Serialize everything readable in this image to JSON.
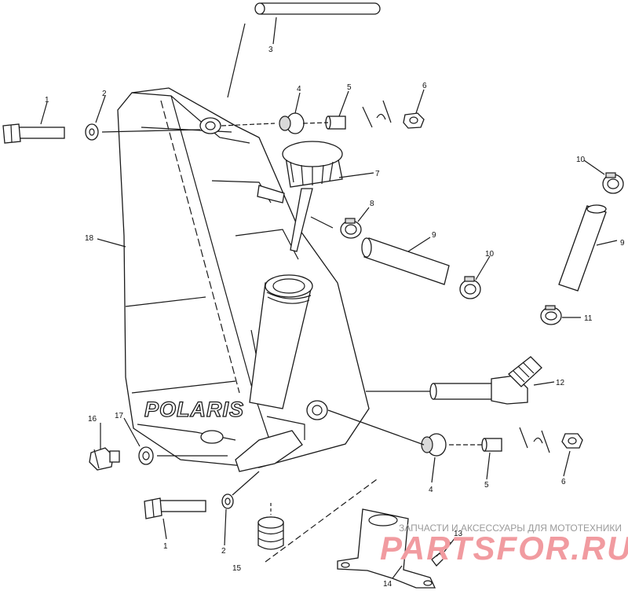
{
  "diagram": {
    "brand_text": "POLARIS",
    "labels": {
      "p1_top": "1",
      "p2_top": "2",
      "p3": "3",
      "p4_top": "4",
      "p5_top": "5",
      "p6_top": "6",
      "p7": "7",
      "p8": "8",
      "p9_mid": "9",
      "p9_right": "9",
      "p10_top": "10",
      "p10_mid": "10",
      "p11": "11",
      "p12": "12",
      "p13": "13",
      "p14": "14",
      "p15": "15",
      "p16": "16",
      "p17": "17",
      "p18": "18",
      "p1_bot": "1",
      "p2_bot": "2",
      "p4_bot": "4",
      "p5_bot": "5",
      "p6_bot": "6"
    }
  },
  "watermark": {
    "caption": "ЗАПЧАСТИ И АКСЕССУАРЫ ДЛЯ МОТОТЕХНИКИ",
    "logo": "PARTSFOR.RU"
  }
}
